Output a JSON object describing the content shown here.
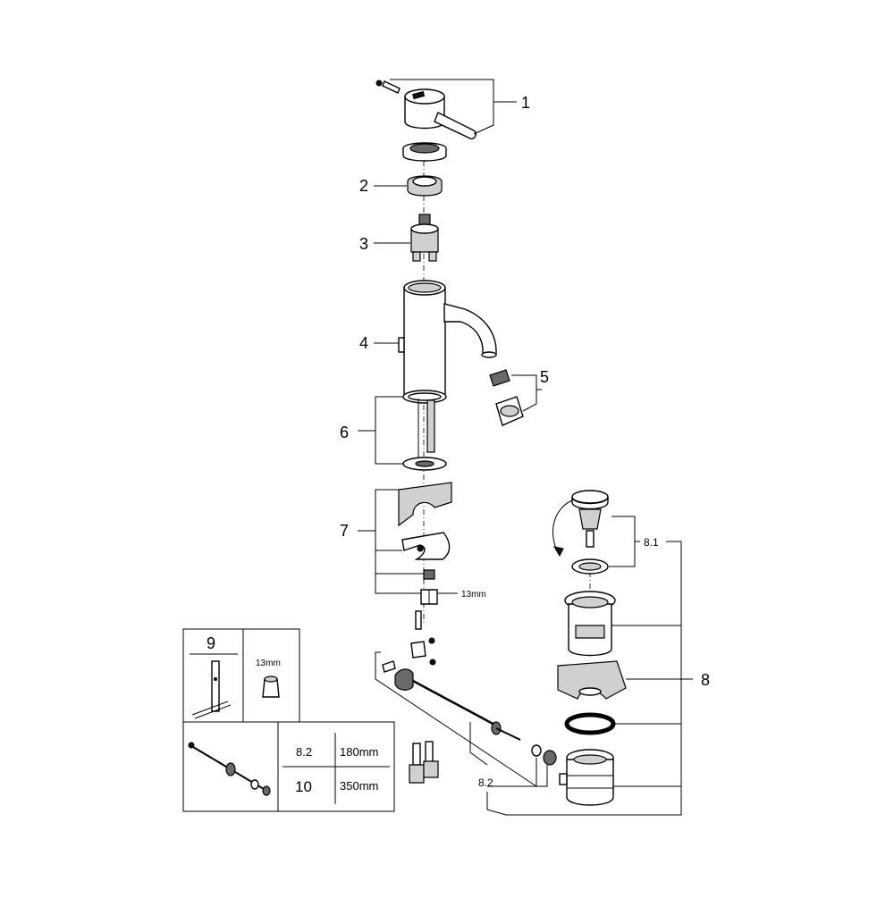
{
  "callouts": {
    "c1": "1",
    "c2": "2",
    "c3": "3",
    "c4": "4",
    "c5": "5",
    "c6": "6",
    "c7": "7",
    "c8": "8",
    "c81": "8.1",
    "c82": "8.2"
  },
  "nut_size_label": "13mm",
  "inset_tool": {
    "number": "9",
    "size": "13mm"
  },
  "length_table": {
    "rows": [
      {
        "part": "8.2",
        "length": "180mm"
      },
      {
        "part": "10",
        "length": "350mm"
      }
    ]
  }
}
